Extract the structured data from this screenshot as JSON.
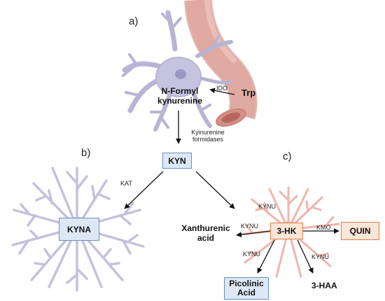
{
  "panels": {
    "a": "a)",
    "b": "b)",
    "c": "c)"
  },
  "metabolites": {
    "trp": "Trp",
    "n_formyl_line1": "N-Formyl",
    "n_formyl_line2": "kynurenine",
    "kyn": "KYN",
    "kyna": "KYNA",
    "xanthurenic_line1": "Xanthurenic",
    "xanthurenic_line2": "acid",
    "three_hk": "3-HK",
    "quin": "QUIN",
    "picolinic_line1": "Picolinic",
    "picolinic_line2": "Acid",
    "three_haa": "3-HAA"
  },
  "enzymes": {
    "ido": "IDO",
    "formidases_line1": "Kyinurenine",
    "formidases_line2": "formidases",
    "kat": "KAT",
    "kynu_top": "KYNU",
    "kynu_left": "KYNU",
    "kmo": "KMO",
    "kynu_bottom_left": "KYNU",
    "kynu_bottom_right": "KYNU"
  },
  "colors": {
    "cell": "#b7b4d4",
    "cell_dark": "#9b97c2",
    "vessel": "#e0aaa2",
    "vessel_dark": "#c9857b",
    "astro_blue": "#c3c2dd",
    "astro_red": "#f0b5ad",
    "box_blue": "#6c8ebf",
    "box_orange": "#e07e46"
  }
}
